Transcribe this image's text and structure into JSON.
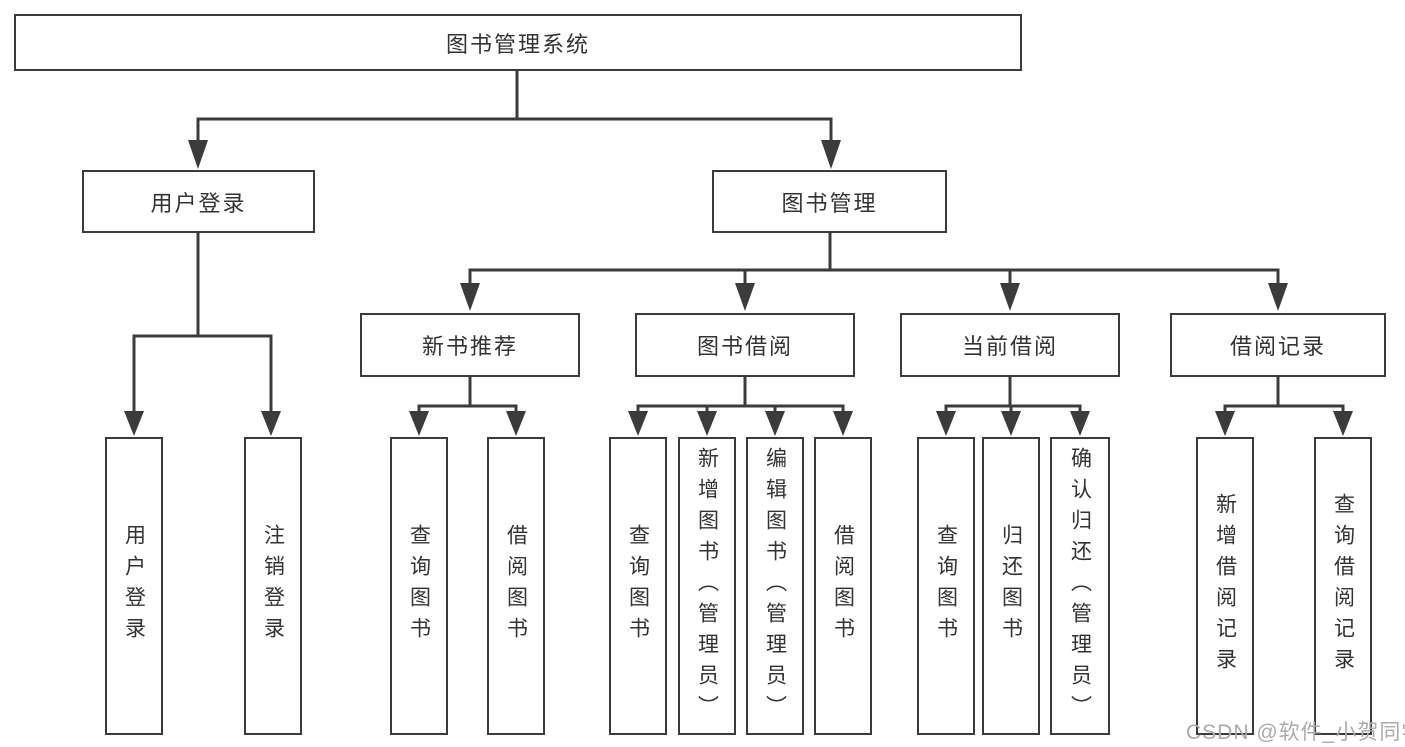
{
  "diagram_title": "图书管理系统",
  "tree": {
    "label": "图书管理系统",
    "children": [
      {
        "label": "用户登录",
        "children": [
          {
            "label": "用户登录"
          },
          {
            "label": "注销登录"
          }
        ]
      },
      {
        "label": "图书管理",
        "children": [
          {
            "label": "新书推荐",
            "children": [
              {
                "label": "查询图书"
              },
              {
                "label": "借阅图书"
              }
            ]
          },
          {
            "label": "图书借阅",
            "children": [
              {
                "label": "查询图书"
              },
              {
                "label": "新增图书（管理员）"
              },
              {
                "label": "编辑图书（管理员）"
              },
              {
                "label": "借阅图书"
              }
            ]
          },
          {
            "label": "当前借阅",
            "children": [
              {
                "label": "查询图书"
              },
              {
                "label": "归还图书"
              },
              {
                "label": "确认归还（管理员）"
              }
            ]
          },
          {
            "label": "借阅记录",
            "children": [
              {
                "label": "新增借阅记录"
              },
              {
                "label": "查询借阅记录"
              }
            ]
          }
        ]
      }
    ]
  },
  "watermark": {
    "text": "CSDN @软件_小贺同学"
  },
  "colors": {
    "line": "#3b3b3b",
    "text": "#333333",
    "box_background": "#ffffff",
    "watermark": "#ababab",
    "background": "#ffffff"
  }
}
